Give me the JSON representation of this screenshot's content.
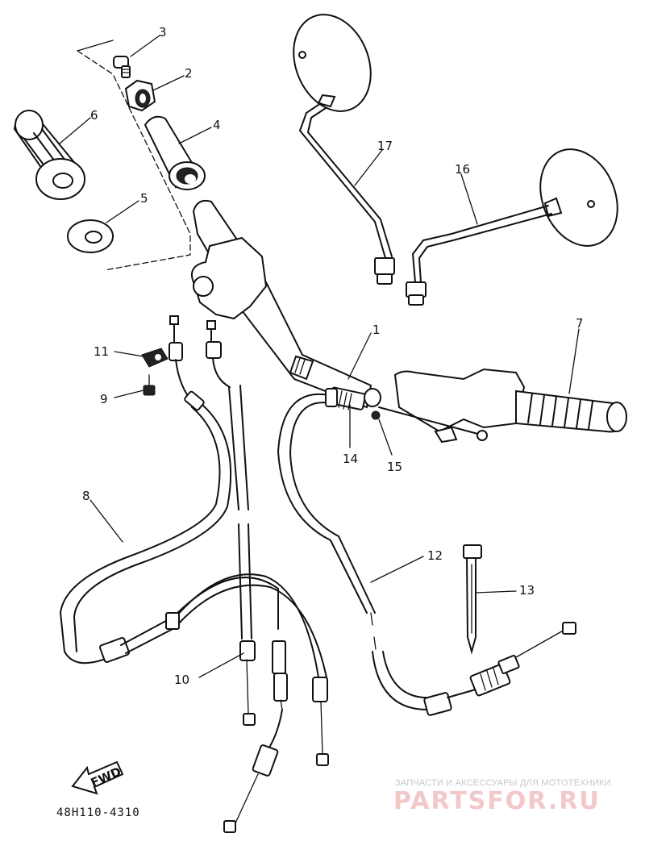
{
  "diagram": {
    "code": "48H110-4310",
    "fwd_label": "FWD",
    "callouts": [
      "1",
      "2",
      "3",
      "4",
      "5",
      "6",
      "7",
      "8",
      "9",
      "10",
      "11",
      "12",
      "13",
      "14",
      "15",
      "16",
      "17"
    ]
  },
  "watermark": {
    "caption": "ЗАПЧАСТИ И АКСЕССУАРЫ ДЛЯ МОТОТЕХНИКИ",
    "logo": "PARTSFOR.RU"
  },
  "colors": {
    "ink": "#111111",
    "watermark_logo": "#f2c8c8",
    "watermark_caption": "#c8c8c8"
  }
}
